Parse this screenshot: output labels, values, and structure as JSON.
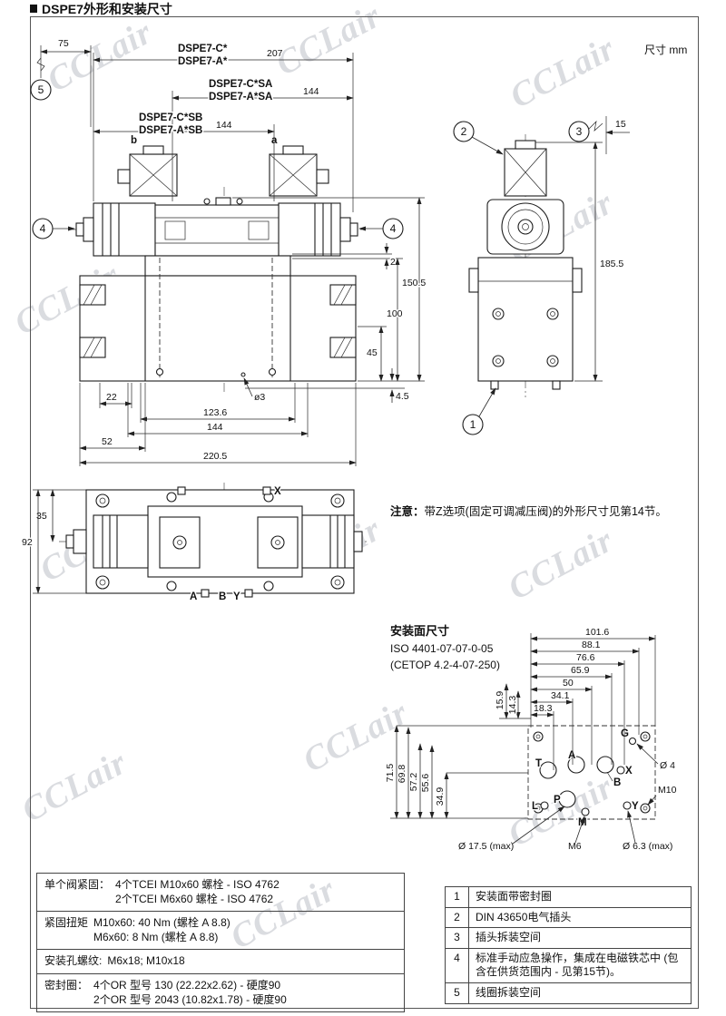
{
  "watermark": {
    "text": "CCLair"
  },
  "header": {
    "title": "DSPE7外形和安装尺寸",
    "unit": "尺寸 mm"
  },
  "front_view": {
    "model_c": "DSPE7-C*",
    "model_a": "DSPE7-A*",
    "model_csa": "DSPE7-C*SA",
    "model_asa": "DSPE7-A*SA",
    "model_csb": "DSPE7-C*SB",
    "model_asb": "DSPE7-A*SB",
    "sol_b": "b",
    "sol_a": "a",
    "dim_75": "75",
    "dim_207": "207",
    "dim_144_sa": "144",
    "dim_144_sb": "144",
    "dim_2": "2",
    "dim_150_5": "150.5",
    "dim_100": "100",
    "dim_45": "45",
    "dim_4_5": "4.5",
    "dim_22": "22",
    "dim_dia3": "ø3",
    "dim_123_6": "123.6",
    "dim_144_btm": "144",
    "dim_52": "52",
    "dim_220_5": "220.5",
    "balloon_5": "5",
    "balloon_4_left": "4",
    "balloon_4_right": "4"
  },
  "side_view": {
    "balloon_1": "1",
    "balloon_2": "2",
    "balloon_3": "3",
    "dim_15": "15",
    "dim_185_5": "185.5"
  },
  "top_view": {
    "dim_35": "35",
    "dim_92": "92",
    "port_x": "X",
    "port_a": "A",
    "port_b": "B",
    "port_y": "Y"
  },
  "note": {
    "label": "注意：",
    "text": "带Z选项(固定可调减压阀)的外形尺寸见第14节。"
  },
  "mounting": {
    "title": "安装面尺寸",
    "iso": "ISO 4401-07-07-0-05",
    "cetop": "(CETOP 4.2-4-07-250)",
    "dim_101_6": "101.6",
    "dim_88_1": "88.1",
    "dim_76_6": "76.6",
    "dim_65_9": "65.9",
    "dim_50": "50",
    "dim_34_1": "34.1",
    "dim_18_3": "18.3",
    "dim_15_9": "15.9",
    "dim_14_3": "14.3",
    "dim_71_5": "71.5",
    "dim_69_8": "69.8",
    "dim_57_2": "57.2",
    "dim_55_6": "55.6",
    "dim_34_9": "34.9",
    "ann_dia4": "Ø 4",
    "ann_m10": "M10",
    "ann_dia17_5": "Ø 17.5 (max)",
    "ann_m6": "M6",
    "ann_dia6_3": "Ø 6.3 (max)",
    "port_g": "G",
    "port_t": "T",
    "port_p": "P",
    "port_a": "A",
    "port_b": "B",
    "port_x": "X",
    "port_y": "Y",
    "port_l": "L",
    "port_m": "M"
  },
  "fastening": {
    "rows": [
      {
        "label": "单个阀紧固：",
        "lines": [
          "4个TCEI M10x60 螺栓 - ISO 4762",
          "2个TCEI M6x60 螺栓 - ISO 4762"
        ]
      },
      {
        "label": "紧固扭矩",
        "lines": [
          "M10x60: 40 Nm (螺栓 A 8.8)",
          "M6x60: 8 Nm (螺栓 A 8.8)"
        ]
      },
      {
        "label": "安装孔螺纹:",
        "lines": [
          "M6x18; M10x18"
        ]
      },
      {
        "label": "密封圈：",
        "lines": [
          "4个OR 型号 130 (22.22x2.62) - 硬度90",
          "2个OR 型号 2043 (10.82x1.78) - 硬度90"
        ]
      }
    ]
  },
  "legend": {
    "rows": [
      {
        "num": "1",
        "text": "安装面带密封圈"
      },
      {
        "num": "2",
        "text": "DIN 43650电气插头"
      },
      {
        "num": "3",
        "text": "插头拆装空间"
      },
      {
        "num": "4",
        "text": "标准手动应急操作，集成在电磁铁芯中 (包含在供货范围内 - 见第15节)。"
      },
      {
        "num": "5",
        "text": "线圈拆装空间"
      }
    ]
  }
}
